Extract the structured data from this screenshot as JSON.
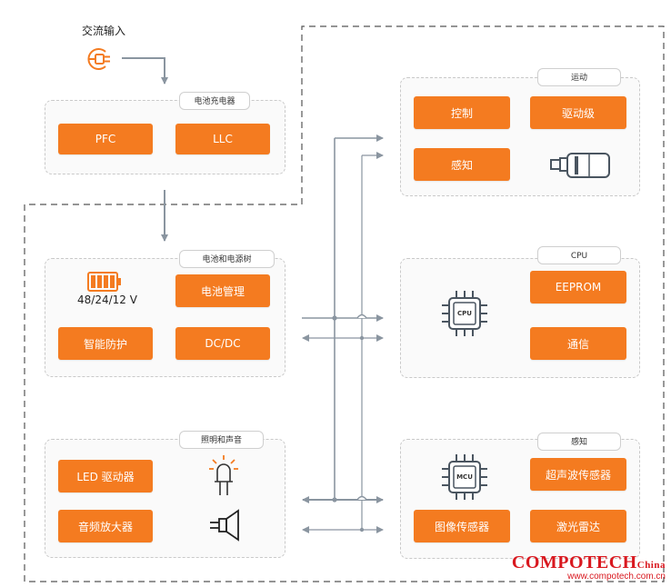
{
  "ac_input": {
    "label": "交流输入",
    "icon": "plug-icon"
  },
  "charger": {
    "tag": "电池充电器",
    "pfc": "PFC",
    "llc": "LLC"
  },
  "power_tree": {
    "tag": "电池和电源树",
    "battery_icon": "battery-icon",
    "battery_label": "48/24/12 V",
    "bms": "电池管理",
    "protection": "智能防护",
    "dcdc": "DC/DC"
  },
  "lighting": {
    "tag": "照明和声音",
    "led_driver": "LED 驱动器",
    "audio_amp": "音频放大器",
    "led_icon": "led-icon",
    "speaker_icon": "speaker-icon"
  },
  "motion": {
    "tag": "运动",
    "control": "控制",
    "driver_stage": "驱动级",
    "sensing": "感知",
    "motor_icon": "motor-icon"
  },
  "cpu": {
    "tag": "CPU",
    "chip_label": "CPU",
    "eeprom": "EEPROM",
    "comm": "通信"
  },
  "sensing": {
    "tag": "感知",
    "chip_label": "MCU",
    "ultrasonic": "超声波传感器",
    "image_sensor": "图像传感器",
    "lidar": "激光雷达"
  },
  "watermark": {
    "brand": "COMPOTECH",
    "suffix": "China",
    "url": "www.compotech.com.cn"
  },
  "colors": {
    "accent": "#f47b20",
    "line": "#8a95a0",
    "dash": "#555555"
  }
}
